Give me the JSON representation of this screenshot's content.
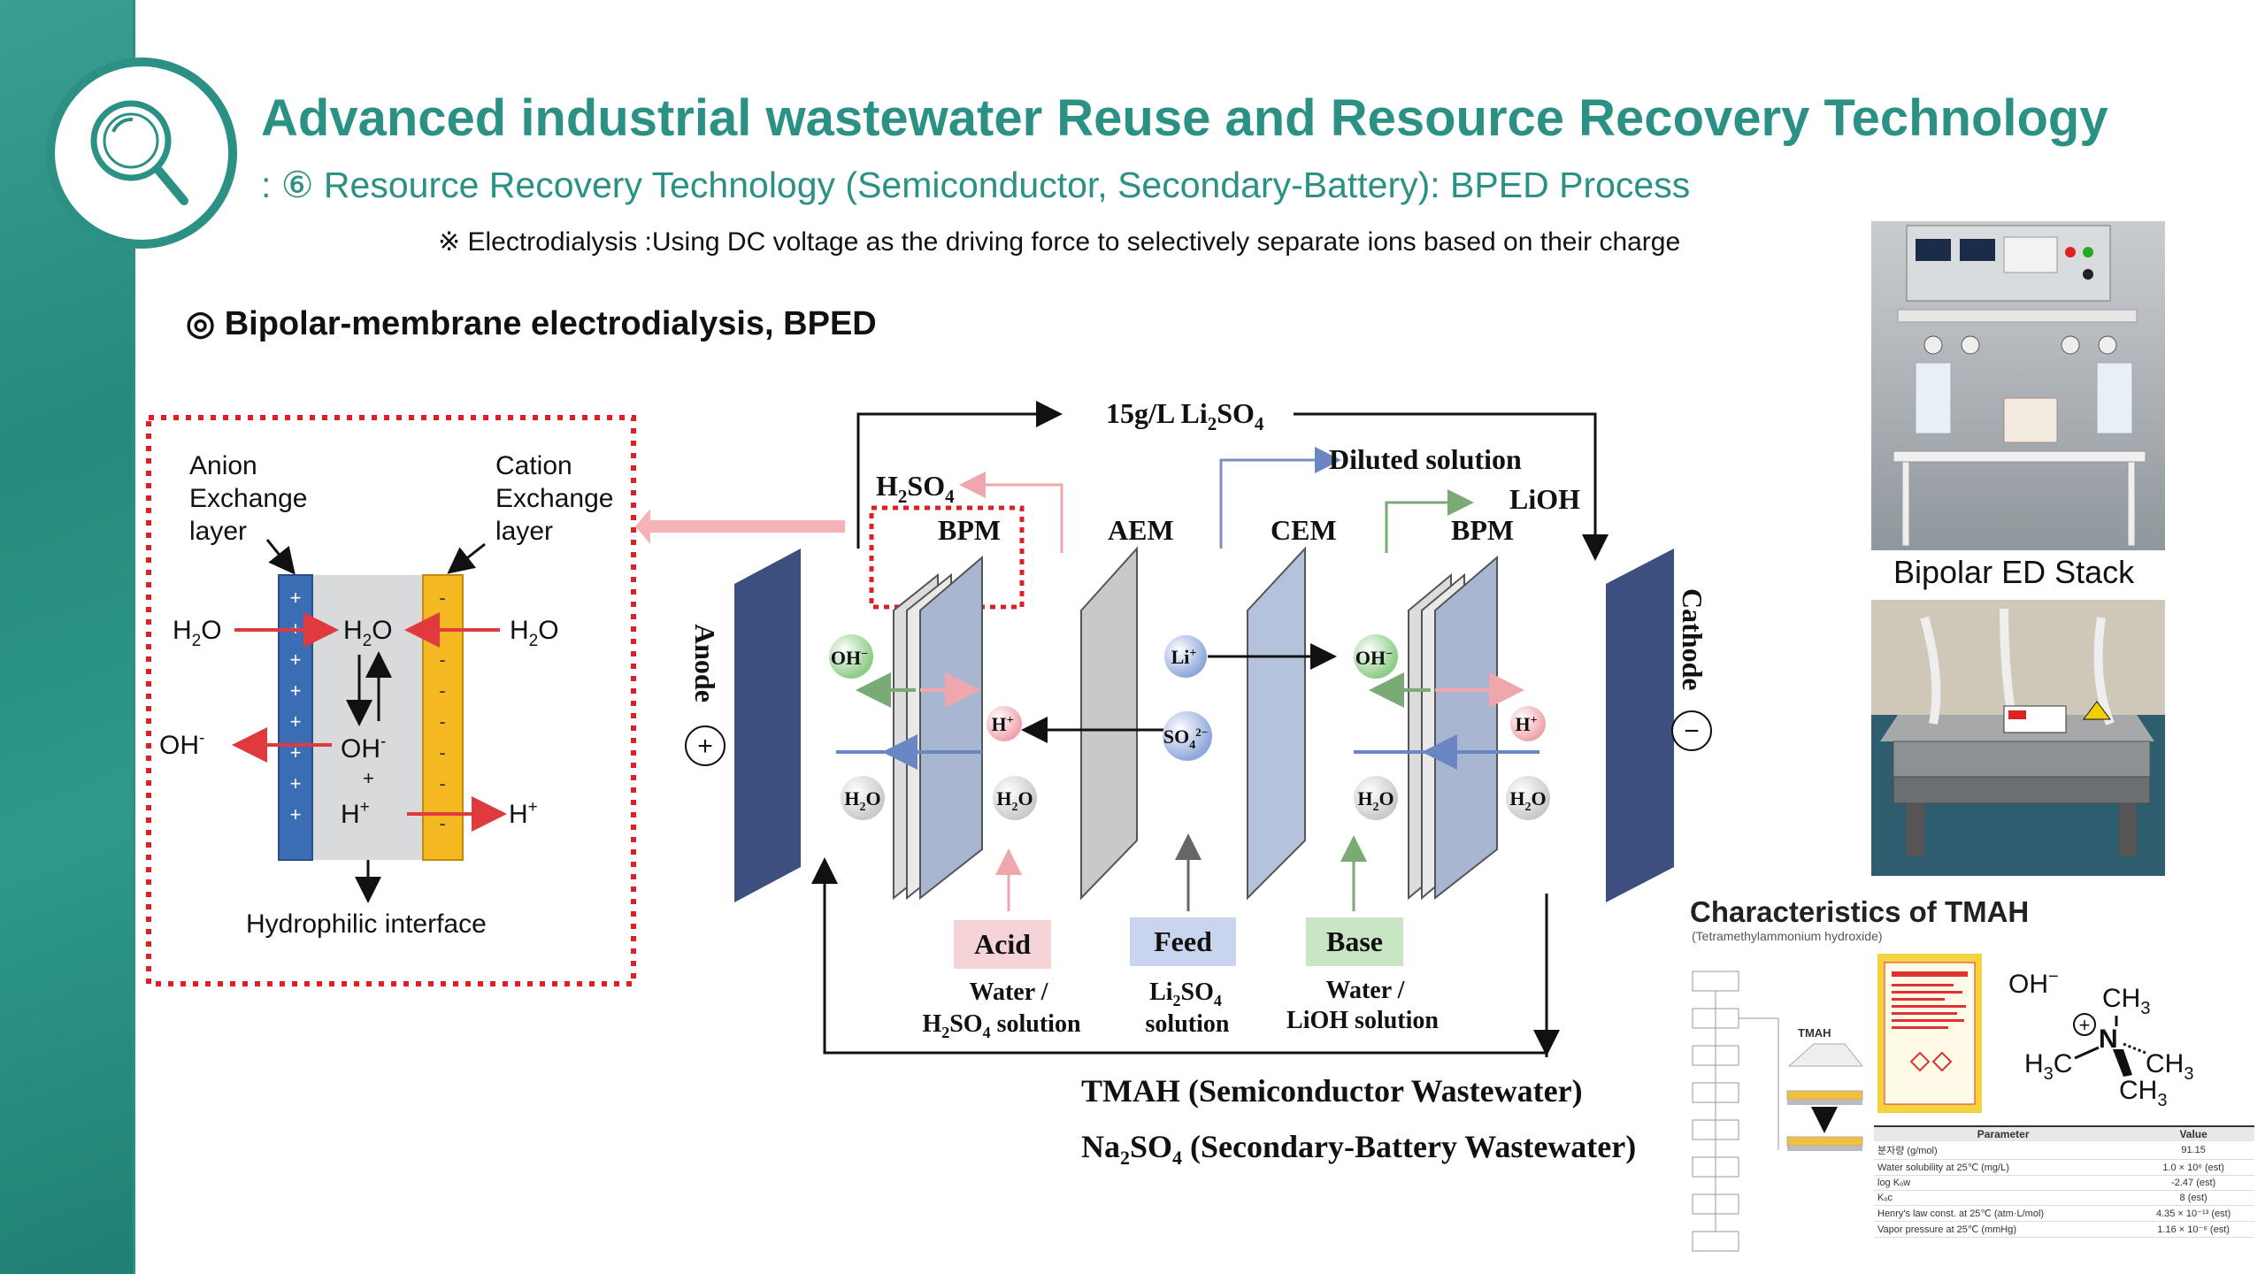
{
  "header": {
    "title": "Advanced industrial wastewater Reuse and Resource Recovery Technology",
    "subtitle": ": ⑥ Resource Recovery Technology (Semiconductor, Secondary-Battery): BPED Process",
    "note": "※ Electrodialysis :Using DC voltage as the driving force to selectively separate ions based on their charge",
    "logo_icon": "magnifier-icon"
  },
  "section": {
    "title": "◎ Bipolar-membrane electrodialysis, BPED"
  },
  "detail_diagram": {
    "anion_label": [
      "Anion",
      "Exchange",
      "layer"
    ],
    "cation_label": [
      "Cation",
      "Exchange",
      "layer"
    ],
    "h2o_left": "H",
    "h2o_mid": "H",
    "h2o_right": "H",
    "sub2": "2",
    "o": "O",
    "oh_left": "OH",
    "oh_mid": "OH",
    "minus": "-",
    "plus": "+",
    "h_mid": "H",
    "h_right": "H",
    "interface": "Hydrophilic interface",
    "colors": {
      "anion": "#3b6db5",
      "cation": "#f5b820",
      "core": "#d8dadc",
      "arrow": "#e0393e",
      "dashed": "#e02020"
    }
  },
  "bped_diagram": {
    "top_flow": "15g/L Li",
    "top_flow_sub": "2",
    "top_flow_tail": "SO",
    "top_flow_sub2": "4",
    "diluted": "Diluted solution",
    "h2so4_top": "H",
    "lioh_top": "LiOH",
    "bpm_left": "BPM",
    "aem": "AEM",
    "cem": "CEM",
    "bpm_right": "BPM",
    "anode": "Anode",
    "cathode": "Cathode",
    "oh": "OH",
    "h": "H",
    "li": "Li",
    "so4": "SO",
    "h2o": "H",
    "acid": "Acid",
    "feed": "Feed",
    "base": "Base",
    "acid_sub1": "Water /",
    "acid_sub2": "H",
    "acid_sub2_tail": "SO",
    "acid_sub2_end": " solution",
    "feed_sub1": "Li",
    "feed_sub1_tail": "SO",
    "feed_sub2": "solution",
    "base_sub1": "Water /",
    "base_sub2": "LiOH solution",
    "colors": {
      "electrode": "#3d4f7e",
      "membrane_blue": "#a9b6d1",
      "membrane_gray": "#c9c9c9",
      "acid_box": "#f6d3d6",
      "feed_box": "#c9d4ee",
      "base_box": "#c9e6c4"
    }
  },
  "captions": {
    "tmah": "TMAH (Semiconductor Wastewater)",
    "na2so4_a": "Na",
    "na2so4_sub1": "2",
    "na2so4_b": "SO",
    "na2so4_sub2": "4",
    "na2so4_c": " (Secondary-Battery Wastewater)"
  },
  "photos": {
    "label": "Bipolar ED Stack"
  },
  "tmah_card": {
    "title": "Characteristics of TMAH",
    "subtitle": "(Tetramethylammonium hydroxide)",
    "tmah_label": "TMAH",
    "oh": "OH",
    "ch3": "CH",
    "h3c": "H",
    "n": "N",
    "table_headers": [
      "Parameter",
      "Value"
    ],
    "table_rows": [
      [
        "분자량 (g/mol)",
        "91.15"
      ],
      [
        "Water solubility at 25℃ (mg/L)",
        "1.0 × 10⁶ (est)"
      ],
      [
        "log Kₒw",
        "-2.47 (est)"
      ],
      [
        "Kₒc",
        "8 (est)"
      ],
      [
        "Henry's law const.  at 25℃ (atm·L/mol)",
        "4.35 × 10⁻¹³ (est)"
      ],
      [
        "Vapor pressure at 25℃ (mmHg)",
        "1.16 × 10⁻⁶ (est)"
      ]
    ]
  }
}
